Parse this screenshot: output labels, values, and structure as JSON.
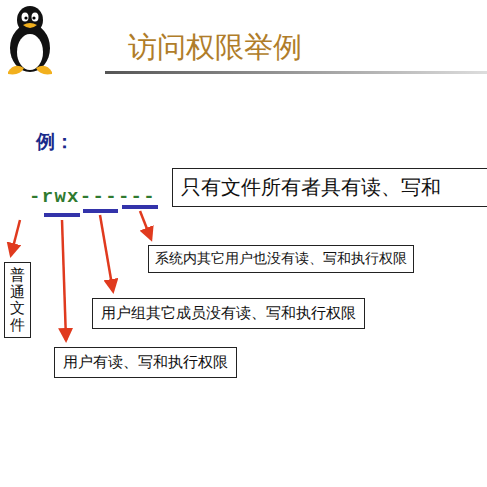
{
  "diagram": {
    "title": "访问权限举例",
    "nodes": [
      {
        "text": [
          "只有文件所有者具有读、写和"
        ]
      },
      {
        "text": [
          "系统内其它用户也没有读、写和执行权限"
        ]
      },
      {
        "text": [
          "普通文件"
        ]
      },
      {
        "text": [
          "用户组其它成员没有读、写和执行权限"
        ]
      },
      {
        "text": [
          "用户有读、写和执行权限"
        ]
      }
    ],
    "edges": [],
    "labels": [
      "例：",
      "-rwx------"
    ]
  }
}
